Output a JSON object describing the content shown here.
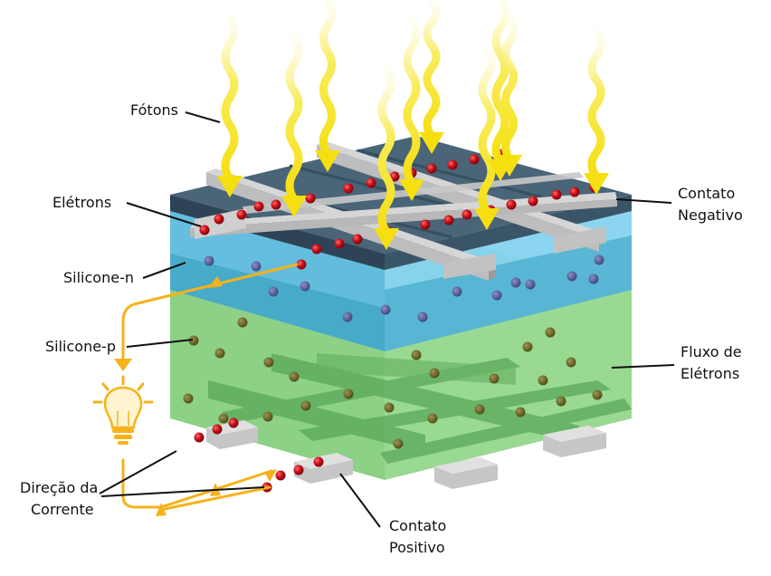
{
  "labels": {
    "photons": "Fótons",
    "electrons": "Elétrons",
    "silicon_n": "Silicone-n",
    "silicon_p": "Silicone-p",
    "current_direction": [
      "Direção da",
      "Corrente"
    ],
    "negative_contact": [
      "Contato",
      "Negativo"
    ],
    "electron_flow": [
      "Fluxo de",
      "Elétrons"
    ],
    "positive_contact": [
      "Contato",
      "Positivo"
    ]
  },
  "colors": {
    "photon": "#f7e21a",
    "top_panel": "#415b6e",
    "silicon_n": "#4fb3d6",
    "silicon_p": "#78c876",
    "contact": "#c8c8c8",
    "electron": "#c0101a",
    "hole": "#6e6a2a",
    "wire": "#f5b21b"
  },
  "icons": [
    "lightbulb-icon",
    "photon-wave-icon",
    "current-arrow-icon"
  ]
}
